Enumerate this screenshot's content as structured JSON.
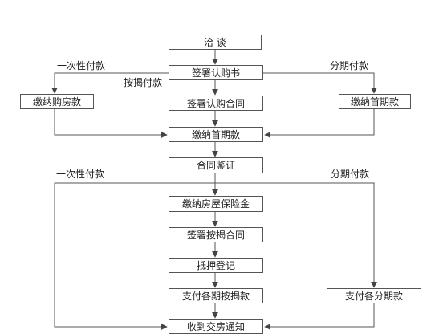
{
  "steps": {
    "negotiate": "洽 谈",
    "sign_subscription": "签署认购书",
    "sign_purchase_contract": "签署认购合同",
    "pay_first_installment": "缴纳首期款",
    "contract_notarization": "合同鉴证",
    "pay_house_insurance": "缴纳房屋保险金",
    "sign_mortgage_contract": "签署按揭合同",
    "mortgage_registration": "抵押登记",
    "pay_mortgage_installments": "支付各期按揭款",
    "receive_handover_notice": "收到交房通知"
  },
  "side_boxes": {
    "pay_full_price": "缴纳购房款",
    "pay_first_installment_right": "缴纳首期款",
    "pay_installments": "支付各分期款"
  },
  "edge_labels": {
    "lump_sum_top": "一次性付款",
    "mortgage": "按揭付款",
    "installment_top": "分期付款",
    "lump_sum_bottom": "一次性付款",
    "installment_bottom": "分期付款"
  }
}
